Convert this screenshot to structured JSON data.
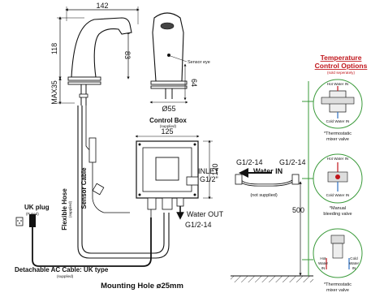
{
  "faucet": {
    "dim_width": "142",
    "dim_height_top": "118",
    "dim_height_right": "83",
    "dim_max": "MAX35",
    "sensor_eye": "Sensor eye",
    "dim_base": "64",
    "dim_diameter": "Ø55"
  },
  "control_box": {
    "title": "Control Box",
    "subtitle": "(supplied)",
    "dim_width": "125",
    "dim_height": "120",
    "inlet_label": "INLET",
    "inlet_thread": "G1/2\"",
    "water_out_label": "Water OUT",
    "water_out_thread": "G1/2-14"
  },
  "water_in": {
    "thread": "G1/2-14",
    "label": "Water IN",
    "note": "(not supplied)"
  },
  "install_height": "500",
  "cables": {
    "sensor_cable": "Sensor Cable",
    "flexible_hose": "Flexible Hose",
    "flexible_hose_note": "(supplied)",
    "uk_plug": "UK plug",
    "uk_plug_note": "(Fused)",
    "ac_cable": "Detachable AC Cable: UK type",
    "ac_cable_note": "(supplied)"
  },
  "mounting_hole": "Mounting Hole ø25mm",
  "options": {
    "title_line1": "Temperature",
    "title_line2": "Control Options",
    "note": "(sold seperately)",
    "option1": {
      "hot": "Hot Water IN",
      "cold": "Cold Water IN",
      "label_line1": "*Thermostatic",
      "label_line2": "mixer valve"
    },
    "option2": {
      "hot": "Hot Water IN",
      "cold": "Cold Water IN",
      "label_line1": "*Manual",
      "label_line2": "bleeding valve"
    },
    "option3": {
      "hot_line1": "Hot",
      "hot_line2": "Water",
      "hot_line3": "IN",
      "cold_line1": "Cold",
      "cold_line2": "Water",
      "cold_line3": "IN",
      "label_line1": "*Thermostatic",
      "label_line2": "mixer valve"
    }
  },
  "colors": {
    "red": "#c0151b",
    "green": "#3a9a3a",
    "blue": "#2b6fc0"
  }
}
